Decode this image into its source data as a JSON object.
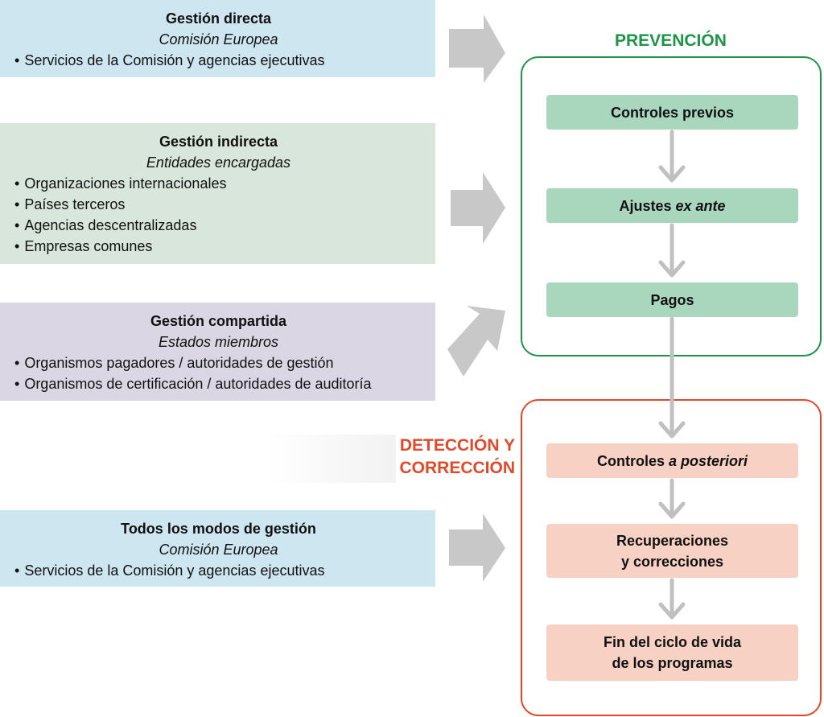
{
  "management_modes": [
    {
      "title": "Gestión directa",
      "subtitle": "Comisión Europea",
      "items": [
        "Servicios de la Comisión y agencias ejecutivas"
      ]
    },
    {
      "title": "Gestión indirecta",
      "subtitle": "Entidades encargadas",
      "items": [
        "Organizaciones internacionales",
        "Países terceros",
        "Agencias descentralizadas",
        "Empresas comunes"
      ]
    },
    {
      "title": "Gestión compartida",
      "subtitle": "Estados miembros",
      "items": [
        "Organismos pagadores / autoridades de gestión",
        "Organismos de certificación / autoridades de auditoría"
      ]
    },
    {
      "title": "Todos los modos de gestión",
      "subtitle": "Comisión Europea",
      "items": [
        "Servicios de la Comisión y agencias ejecutivas"
      ]
    }
  ],
  "prevention": {
    "title": "PREVENCIÓN",
    "steps": {
      "controles_previos": "Controles previos",
      "ajustes_prefix": "Ajustes ",
      "ajustes_italic": "ex ante",
      "pagos": "Pagos"
    }
  },
  "detection": {
    "title_line1": "DETECCIÓN Y",
    "title_line2": "CORRECCIÓN",
    "steps": {
      "controles_prefix": "Controles ",
      "controles_italic": "a posteriori",
      "recuperaciones_line1": "Recuperaciones",
      "recuperaciones_line2": "y correcciones",
      "fin_line1": "Fin del ciclo de vida",
      "fin_line2": "de los programas"
    }
  },
  "colors": {
    "prevention": "#1e9448",
    "detection": "#e0492a",
    "prevention_step": "#a9d7be",
    "detection_step": "#f7d1c4",
    "arrow": "#c8c8c8"
  }
}
